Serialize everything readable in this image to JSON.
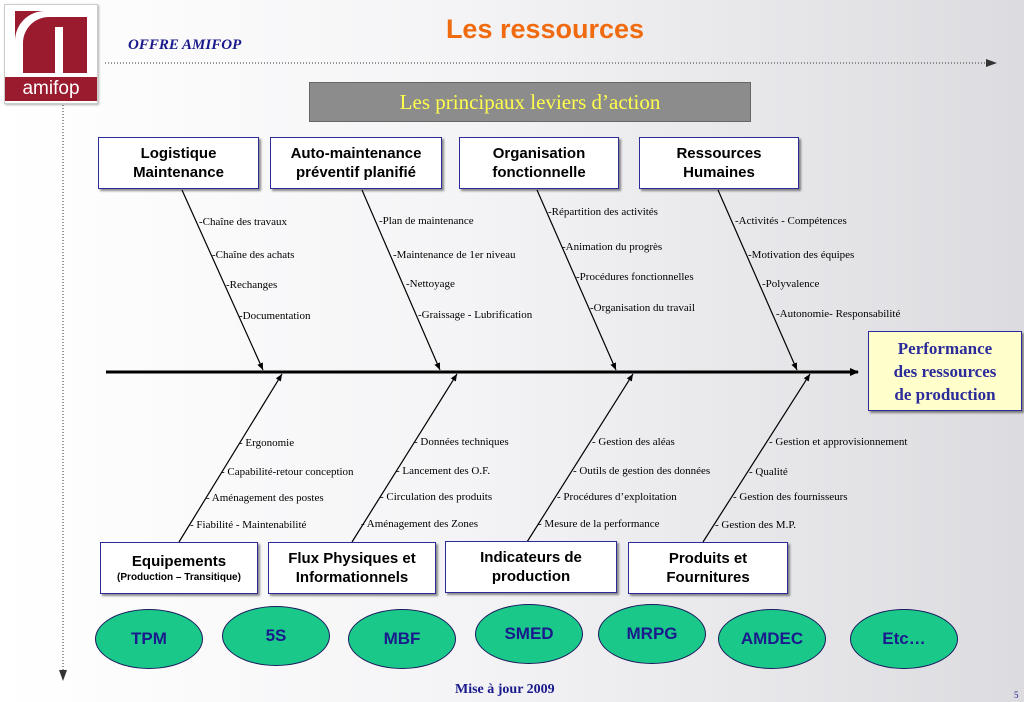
{
  "logo": {
    "text": "amifop"
  },
  "header": {
    "offer": "OFFRE AMIFOP",
    "title": "Les ressources",
    "subtitle": "Les principaux leviers d’action"
  },
  "top_categories": [
    {
      "line1": "Logistique",
      "line2": "Maintenance",
      "items": [
        "-Chaîne des travaux",
        "-Chaîne des achats",
        "-Rechanges",
        "-Documentation"
      ]
    },
    {
      "line1": "Auto-maintenance",
      "line2": "préventif planifié",
      "items": [
        "-Plan de maintenance",
        "-Maintenance de 1er niveau",
        "-Nettoyage",
        "-Graissage - Lubrification"
      ]
    },
    {
      "line1": "Organisation",
      "line2": "fonctionnelle",
      "items": [
        "-Répartition des activités",
        "-Animation du progrès",
        "-Procédures fonctionnelles",
        "-Organisation du travail"
      ]
    },
    {
      "line1": "Ressources",
      "line2": "Humaines",
      "items": [
        "-Activités - Compétences",
        "-Motivation des équipes",
        "-Polyvalence",
        "-Autonomie- Responsabilité"
      ]
    }
  ],
  "bottom_categories": [
    {
      "line1": "Equipements",
      "line2": "(Production – Transitique)",
      "items": [
        "- Ergonomie",
        "- Capabilité-retour conception",
        "- Aménagement des postes",
        "- Fiabilité - Maintenabilité"
      ]
    },
    {
      "line1": "Flux Physiques et",
      "line2": "Informationnels",
      "items": [
        "- Données techniques",
        "- Lancement des O.F.",
        "- Circulation des produits",
        "- Aménagement des Zones"
      ]
    },
    {
      "line1": "Indicateurs de",
      "line2": "production",
      "items": [
        "- Gestion des aléas",
        "- Outils de gestion des données",
        "- Procédures d’exploitation",
        "- Mesure de la performance"
      ]
    },
    {
      "line1": "Produits et",
      "line2": "Fournitures",
      "items": [
        "- Gestion et approvisionnement",
        "- Qualité",
        "- Gestion des fournisseurs",
        "- Gestion des M.P."
      ]
    }
  ],
  "effect": {
    "line1": "Performance",
    "line2": "des ressources",
    "line3": "de production"
  },
  "methods": [
    "TPM",
    "5S",
    "MBF",
    "SMED",
    "MRPG",
    "AMDEC",
    "Etc…"
  ],
  "footer": {
    "update": "Mise à jour 2009",
    "page": "5"
  },
  "colors": {
    "title": "#f06a0f",
    "oval": "#1ac98a",
    "subtitle_bg": "#8c8c8c",
    "subtitle_text": "#ffff4c",
    "logo": "#9a1a2e"
  }
}
